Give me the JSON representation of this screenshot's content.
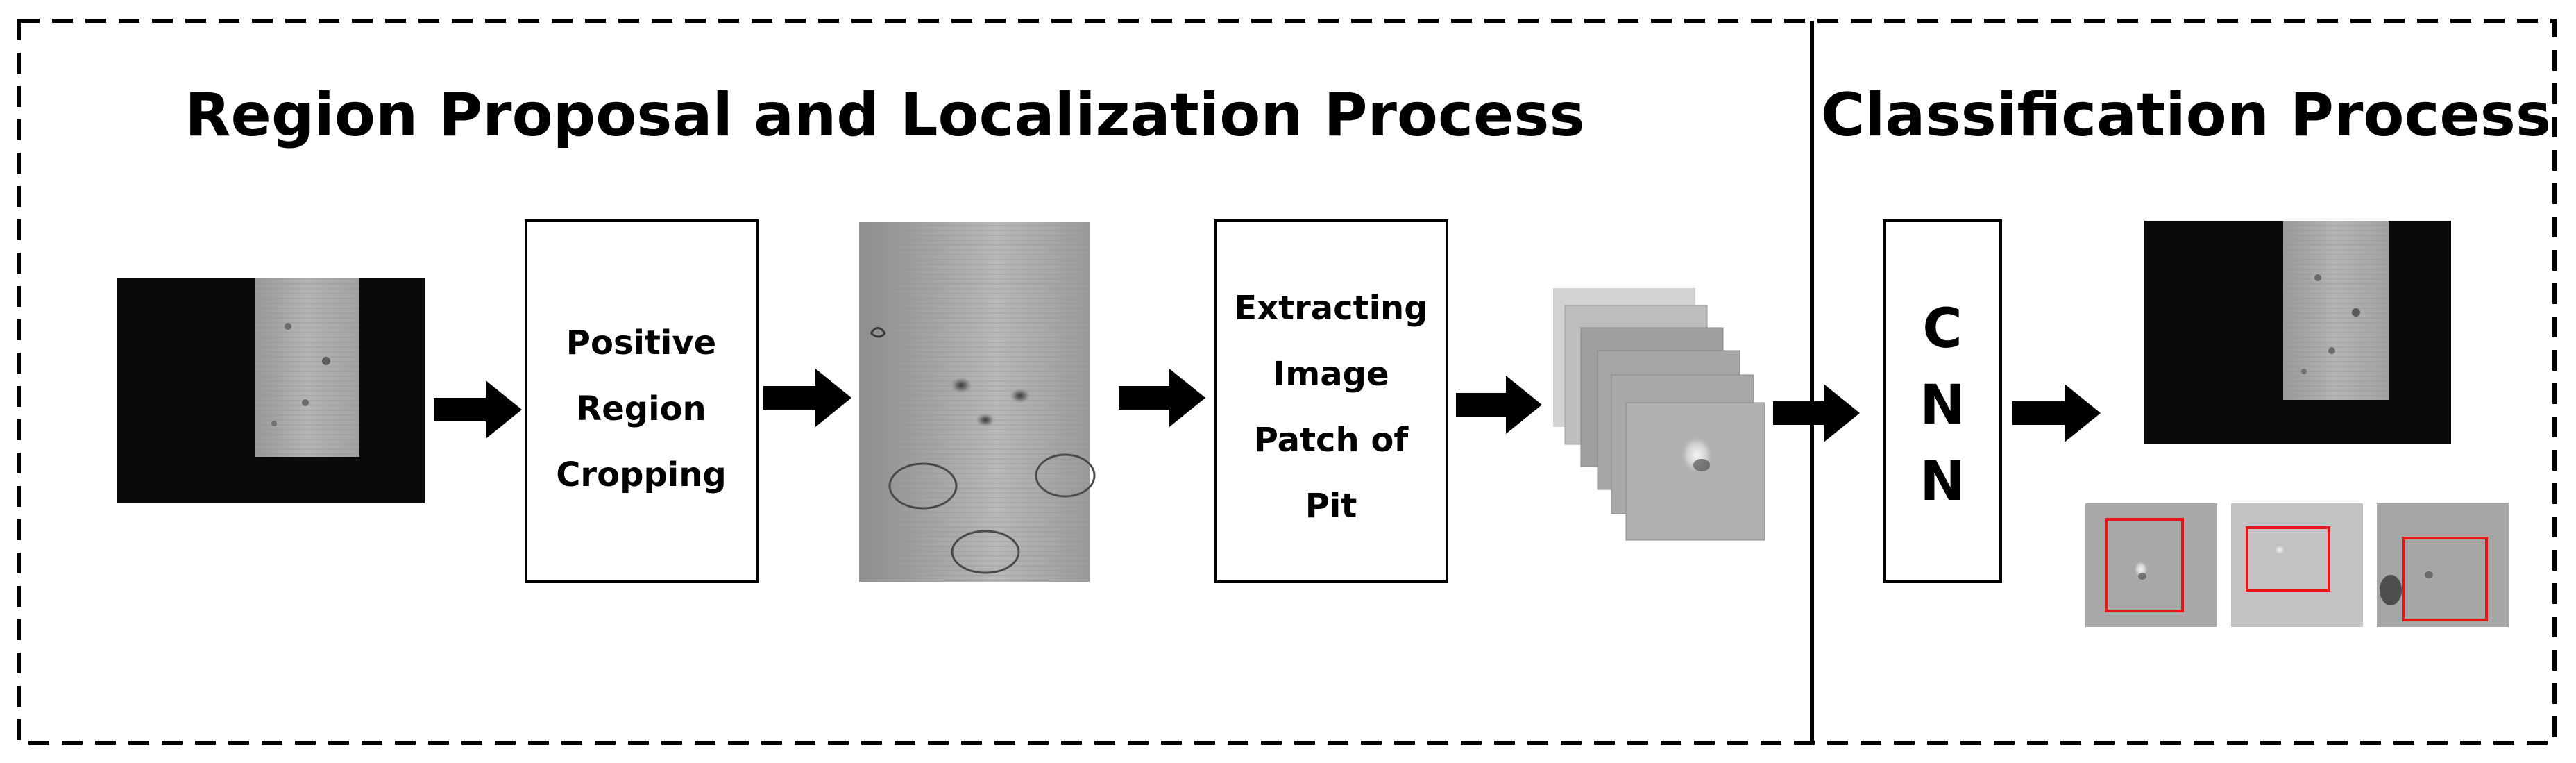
{
  "sections": {
    "left_title": "Region Proposal and Localization Process",
    "right_title": "Classification Process"
  },
  "steps": {
    "cropping": [
      "Positive",
      "Region",
      "Cropping"
    ],
    "extracting": [
      "Extracting",
      "Image",
      "Patch of",
      "Pit"
    ],
    "cnn": [
      "C",
      "N",
      "N"
    ]
  },
  "colors": {
    "background": "#ffffff",
    "line": "#000000",
    "arrow": "#000000",
    "detection_box": "#e8161b"
  },
  "icons": {
    "arrow": "arrow-right-icon"
  }
}
